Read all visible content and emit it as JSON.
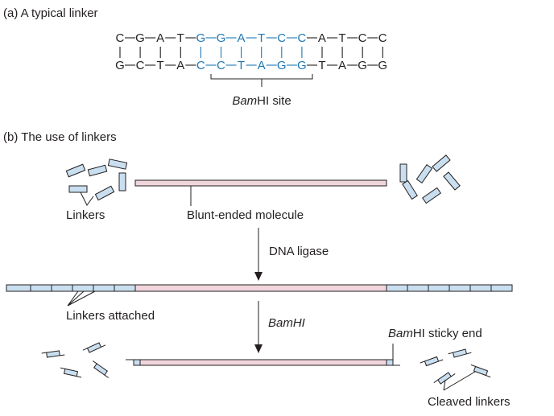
{
  "part_a": {
    "title": "(a) A typical linker",
    "top_strand": [
      {
        "b": "C",
        "blue": false
      },
      {
        "b": "G",
        "blue": false
      },
      {
        "b": "A",
        "blue": false
      },
      {
        "b": "T",
        "blue": false
      },
      {
        "b": "G",
        "blue": true
      },
      {
        "b": "G",
        "blue": true
      },
      {
        "b": "A",
        "blue": true
      },
      {
        "b": "T",
        "blue": true
      },
      {
        "b": "C",
        "blue": true
      },
      {
        "b": "C",
        "blue": true
      },
      {
        "b": "A",
        "blue": false
      },
      {
        "b": "T",
        "blue": false
      },
      {
        "b": "C",
        "blue": false
      },
      {
        "b": "C",
        "blue": false
      }
    ],
    "bottom_strand": [
      {
        "b": "G",
        "blue": false
      },
      {
        "b": "C",
        "blue": false
      },
      {
        "b": "T",
        "blue": false
      },
      {
        "b": "A",
        "blue": false
      },
      {
        "b": "C",
        "blue": true
      },
      {
        "b": "C",
        "blue": true
      },
      {
        "b": "T",
        "blue": true
      },
      {
        "b": "A",
        "blue": true
      },
      {
        "b": "G",
        "blue": true
      },
      {
        "b": "G",
        "blue": true
      },
      {
        "b": "T",
        "blue": false
      },
      {
        "b": "A",
        "blue": false
      },
      {
        "b": "G",
        "blue": false
      },
      {
        "b": "G",
        "blue": false
      }
    ],
    "site_label_italic": "Bam",
    "site_label_rest": "HI site"
  },
  "part_b": {
    "title": "(b) The use of linkers",
    "linkers_label": "Linkers",
    "blunt_label": "Blunt-ended molecule",
    "ligase_label": "DNA ligase",
    "attached_label": "Linkers attached",
    "enzyme_label": "BamHI",
    "sticky_italic": "Bam",
    "sticky_rest": "HI sticky end",
    "cleaved_label": "Cleaved linkers"
  }
}
